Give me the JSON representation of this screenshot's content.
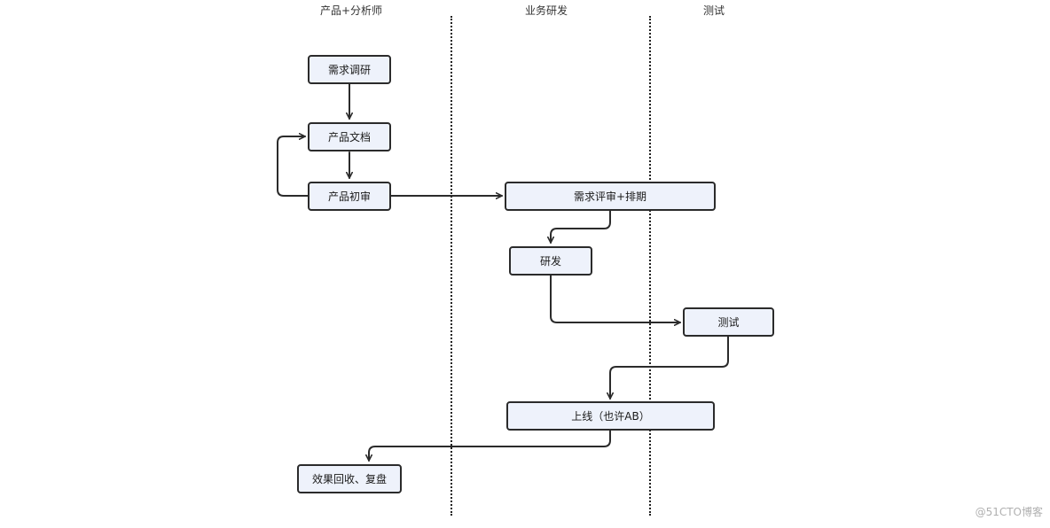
{
  "lanes": [
    {
      "title": "产品+分析师"
    },
    {
      "title": "业务研发"
    },
    {
      "title": "测试"
    }
  ],
  "nodes": {
    "research": "需求调研",
    "product_doc": "产品文档",
    "product_review": "产品初审",
    "review_schedule": "需求评审+排期",
    "develop": "研发",
    "test": "测试",
    "launch": "上线（也许AB）",
    "recap": "效果回收、复盘"
  },
  "colors": {
    "node_fill": "#eef2fb",
    "stroke": "#2b2b2b"
  },
  "watermark": "@51CTO博客"
}
